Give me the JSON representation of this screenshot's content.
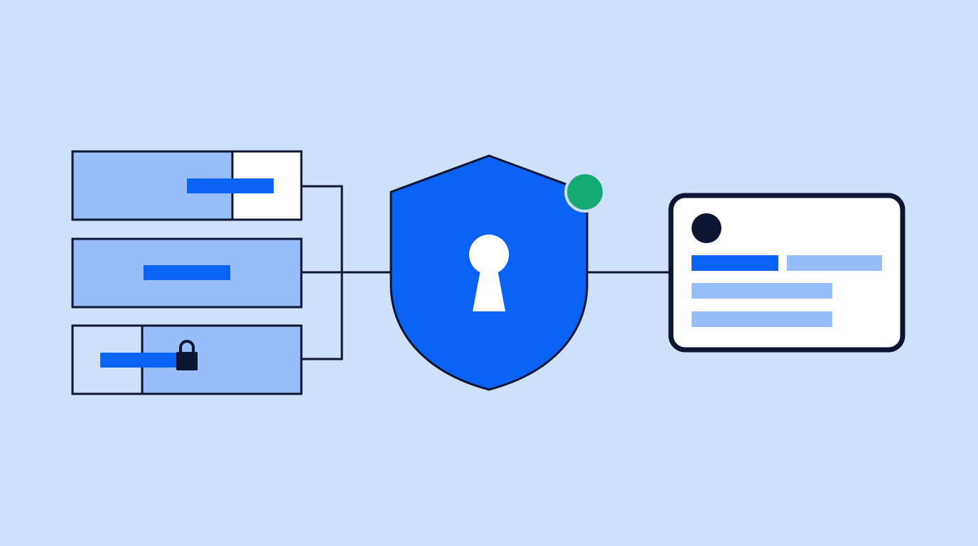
{
  "diagram": {
    "theme": {
      "background": "#cfe0fb",
      "stroke": "#0d1530",
      "accent_blue": "#0a63f5",
      "light_blue": "#97bdfa",
      "white": "#ffffff",
      "status_green": "#15a974"
    },
    "nodes": [
      {
        "id": "storage-unit-1",
        "kind": "storage-unit",
        "icon": "bar-segment"
      },
      {
        "id": "storage-unit-2",
        "kind": "storage-unit",
        "icon": "bar-segment"
      },
      {
        "id": "storage-unit-3",
        "kind": "storage-unit",
        "icon": "lock-icon",
        "locked": true
      },
      {
        "id": "security-shield",
        "kind": "shield",
        "icon": "keyhole-icon",
        "status": "active"
      },
      {
        "id": "profile-card",
        "kind": "card",
        "icon": "avatar"
      }
    ],
    "edges": [
      {
        "from": "storage-unit-1",
        "to": "security-shield"
      },
      {
        "from": "storage-unit-2",
        "to": "security-shield"
      },
      {
        "from": "storage-unit-3",
        "to": "security-shield"
      },
      {
        "from": "security-shield",
        "to": "profile-card"
      }
    ]
  }
}
